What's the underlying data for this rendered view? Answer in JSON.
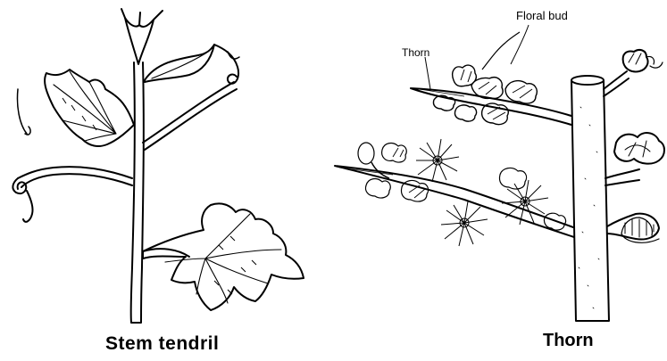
{
  "figure": {
    "left_panel": {
      "caption": "Stem tendril"
    },
    "right_panel": {
      "caption": "Thorn",
      "labels": {
        "floral_bud": "Floral bud",
        "thorn": "Thorn"
      }
    }
  },
  "colors": {
    "ink": "#000000",
    "paper": "#ffffff"
  }
}
